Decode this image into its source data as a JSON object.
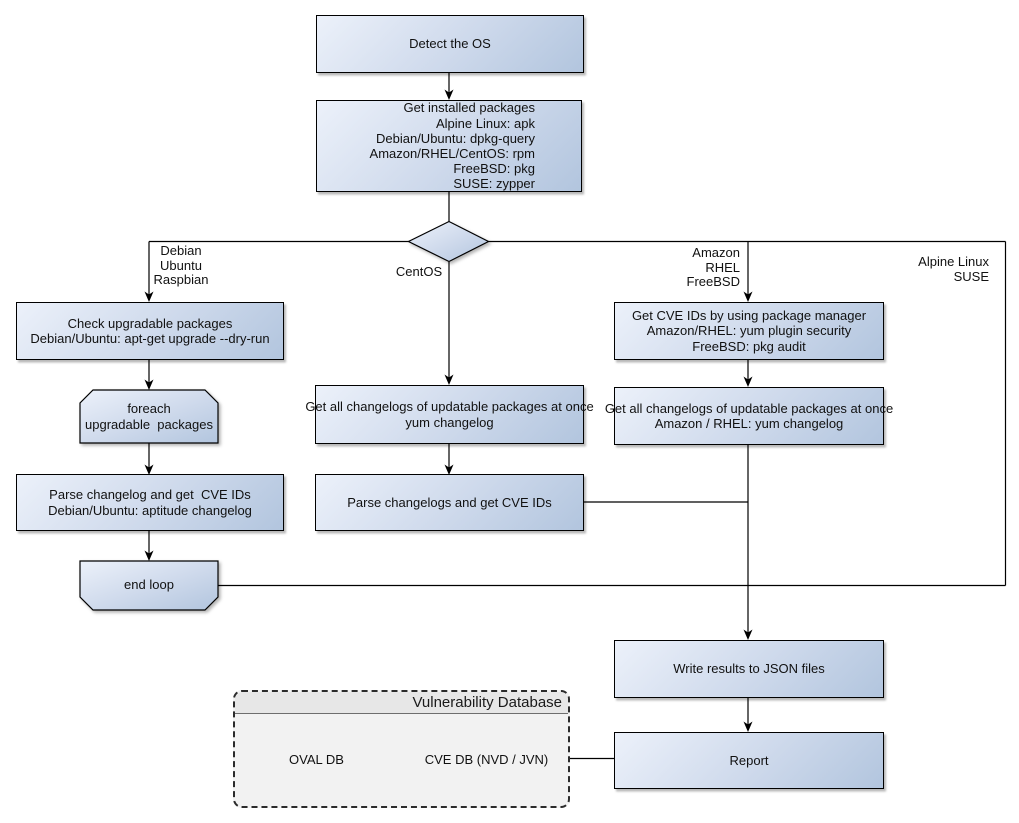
{
  "diagram_nodes": {
    "detect_os": "Detect the OS",
    "get_installed_packages": "Get installed packages\nAlpine Linux: apk\nDebian/Ubuntu: dpkg-query\nAmazon/RHEL/CentOS: rpm\nFreeBSD: pkg\nSUSE: zypper",
    "check_upgradable": "Check upgradable packages\nDebian/Ubuntu: apt-get upgrade --dry-run",
    "foreach_loop": "foreach\nupgradable  packages",
    "parse_changelog_debian": "Parse changelog and get  CVE IDs\nDebian/Ubuntu: aptitude changelog",
    "end_loop": "end loop",
    "get_changelogs_centos": "Get all changelogs of updatable packages at once\nyum changelog",
    "parse_changelogs_centos": "Parse changelogs and get CVE IDs",
    "get_cve_ids_pkg_manager": "Get CVE IDs by using package manager\nAmazon/RHEL: yum plugin security\nFreeBSD: pkg audit",
    "get_changelogs_amazon": "Get all changelogs of updatable packages at once\nAmazon / RHEL: yum changelog",
    "write_results": "Write results to JSON files",
    "report": "Report"
  },
  "branch_labels": {
    "debian": "Debian\nUbuntu\nRaspbian",
    "centos": "CentOS",
    "amazon": "Amazon\nRHEL\nFreeBSD",
    "alpine": "Alpine Linux\nSUSE"
  },
  "vulnerability_database": {
    "title": "Vulnerability Database",
    "oval_db": "OVAL DB",
    "cve_db": "CVE DB (NVD / JVN)"
  },
  "colors": {
    "node_gradient_start": "#ecf1fa",
    "node_gradient_end": "#b2c5de",
    "node_border": "#000000",
    "connector": "#000000",
    "db_panel_bg": "#f2f2f2",
    "db_title_bg": "#e7e7e7"
  }
}
